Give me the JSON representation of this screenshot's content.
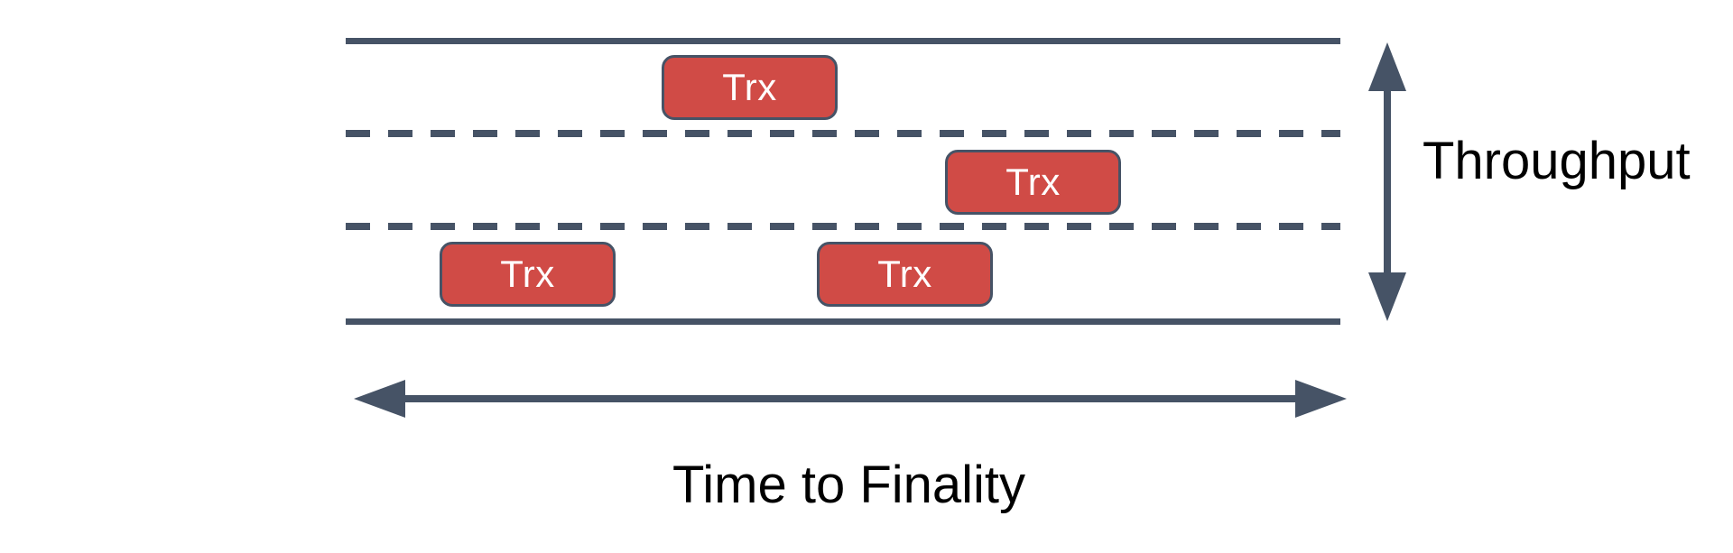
{
  "diagram": {
    "road": {
      "lane_count": 3,
      "edge_style": "solid",
      "divider_style": "dashed"
    },
    "transactions": [
      {
        "label": "Trx",
        "lane": 1
      },
      {
        "label": "Trx",
        "lane": 2
      },
      {
        "label": "Trx",
        "lane": 3
      },
      {
        "label": "Trx",
        "lane": 3
      }
    ],
    "vertical_axis": {
      "label": "Throughput",
      "arrow": "double-headed-vertical"
    },
    "horizontal_axis": {
      "label": "Time to Finality",
      "arrow": "double-headed-horizontal"
    },
    "colors": {
      "line": "#465366",
      "box_fill": "#D04B46",
      "box_border": "#465366",
      "box_text": "#ffffff",
      "axis_label_text": "#000000",
      "background": "#ffffff"
    }
  }
}
